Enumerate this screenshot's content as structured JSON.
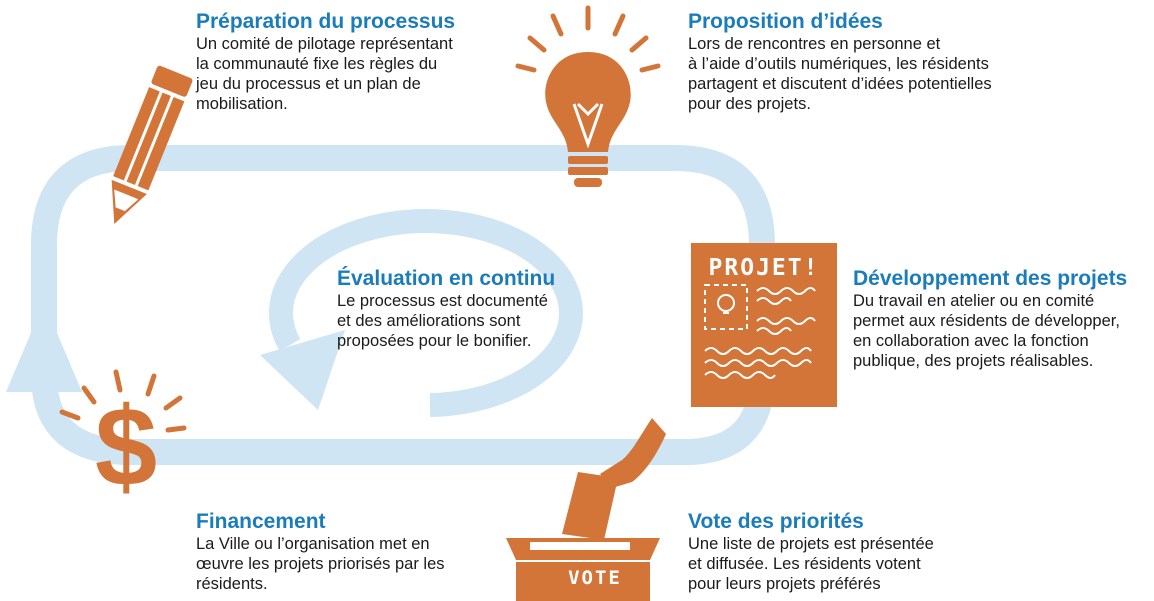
{
  "colors": {
    "accent_blue": "#1b7cbb",
    "orange": "#d37438",
    "loop_blue": "#cfe5f3",
    "text": "#1a1a1a"
  },
  "steps": {
    "preparation": {
      "title": "Préparation du processus",
      "lines": [
        "Un comité de pilotage représentant",
        "la communauté fixe les règles du",
        "jeu du processus et un plan de",
        "mobilisation."
      ],
      "icon": "pencil-icon"
    },
    "ideas": {
      "title": "Proposition d’idées",
      "lines": [
        "Lors de rencontres en personne et",
        "à l’aide d’outils numériques, les résidents",
        "partagent et discutent d’idées potentielles",
        "pour des projets."
      ],
      "icon": "lightbulb-icon"
    },
    "development": {
      "title": "Développement des projets",
      "lines": [
        "Du travail en atelier ou en comité",
        "permet aux résidents de développer,",
        "en collaboration avec la fonction",
        "publique, des projets réalisables."
      ],
      "icon": "project-document-icon",
      "icon_label": "PROJET!"
    },
    "vote": {
      "title": "Vote des priorités",
      "lines": [
        "Une liste de projets est présentée",
        "et diffusée. Les résidents votent",
        "pour leurs projets préférés"
      ],
      "icon": "ballot-box-icon",
      "icon_label": "VOTE"
    },
    "funding": {
      "title": "Financement",
      "lines": [
        "La Ville ou l’organisation met en",
        "œuvre les projets priorisés par les",
        "résidents."
      ],
      "icon": "dollar-sign-icon",
      "icon_label": "$"
    },
    "evaluation": {
      "title": "Évaluation en continu",
      "lines": [
        "Le processus est documenté",
        "et des améliorations sont",
        "proposées pour le bonifier."
      ],
      "icon": "circular-arrow-icon"
    }
  }
}
